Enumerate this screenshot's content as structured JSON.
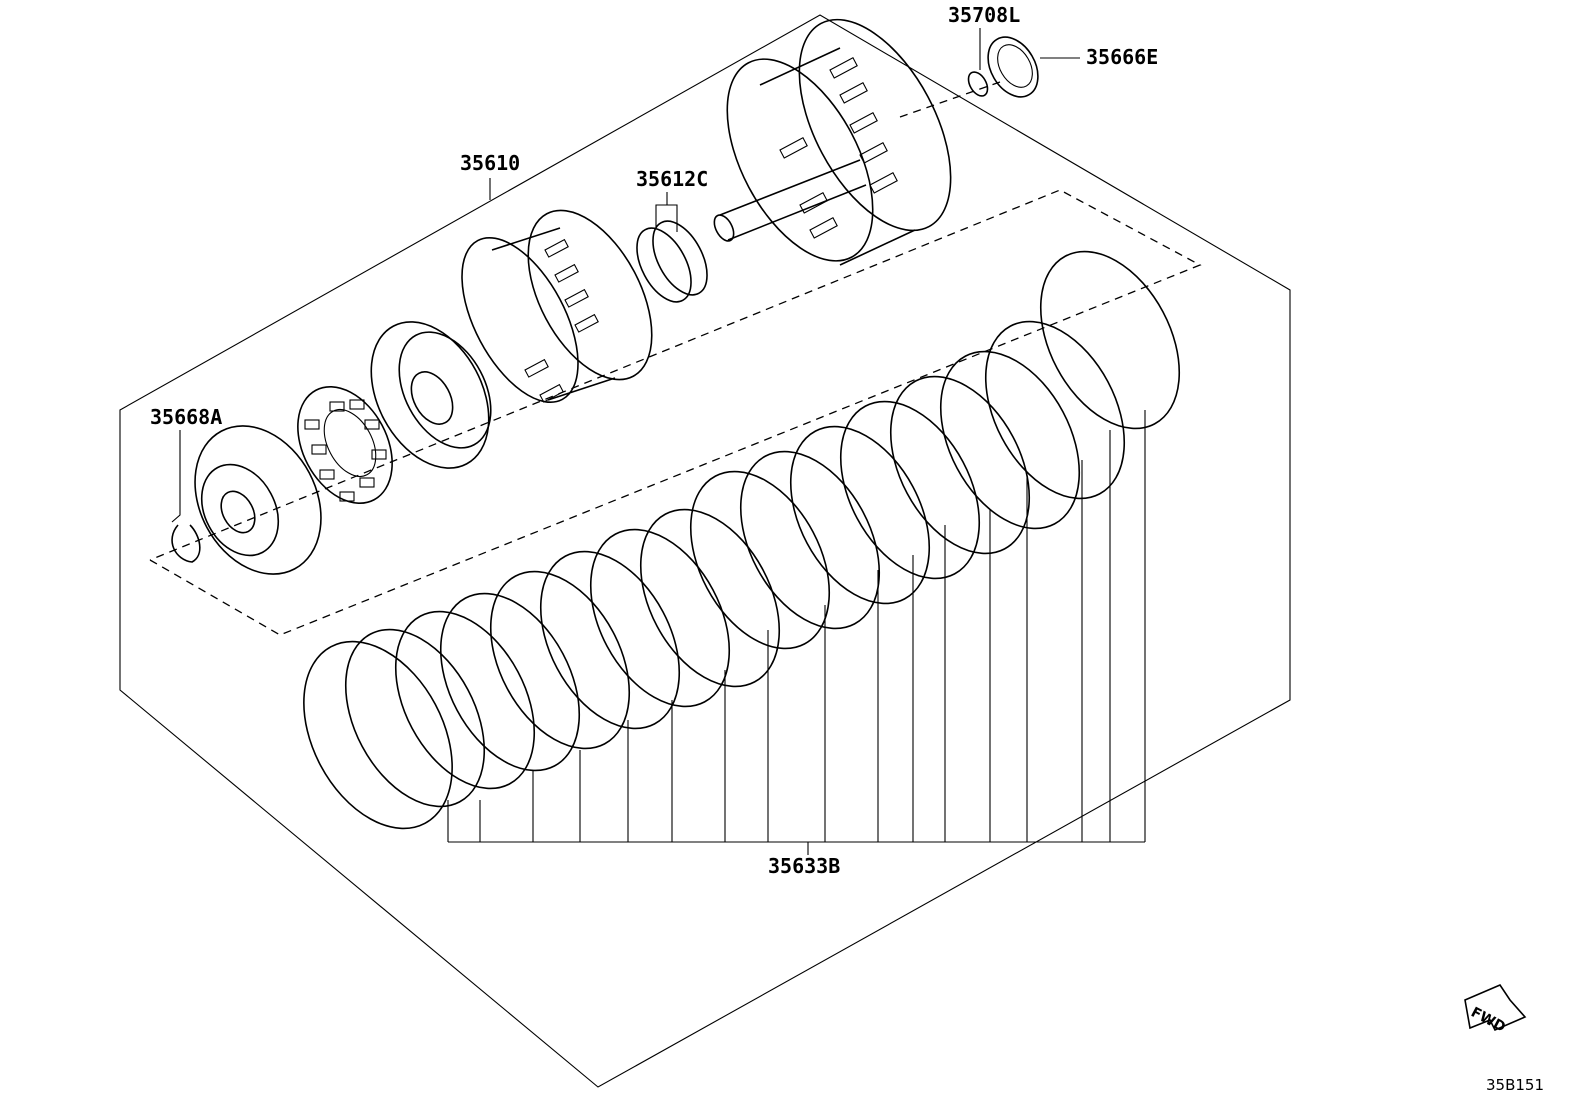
{
  "callouts": {
    "part_35708L": "35708L",
    "part_35666E": "35666E",
    "part_35610": "35610",
    "part_35612C": "35612C",
    "part_35668A": "35668A",
    "part_35633B": "35633B"
  },
  "direction_arrow": {
    "label": "FWD"
  },
  "diagram_code": "35B151"
}
